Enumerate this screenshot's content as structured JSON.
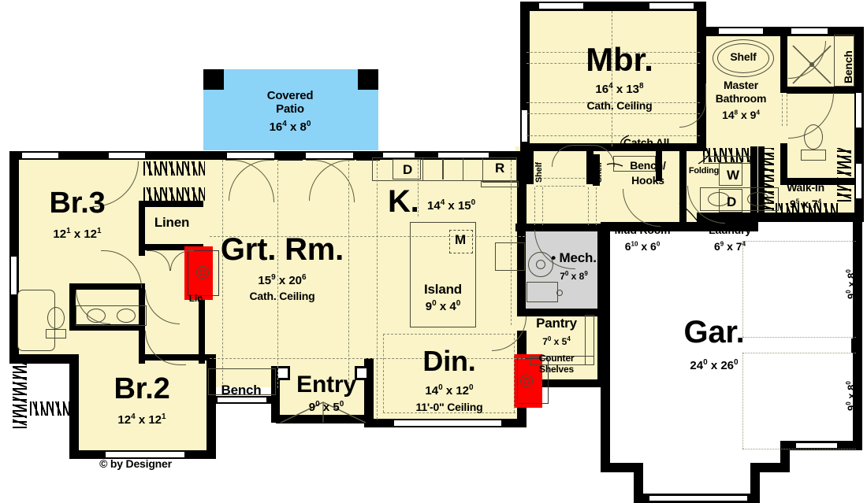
{
  "document": {
    "type": "architectural-floor-plan",
    "copyright": "© by Designer"
  },
  "colors": {
    "room_fill": "#FAF4C8",
    "patio_fill": "#8BD3F7",
    "mech_fill": "#D4D4D4",
    "fireplace": "#FF0000",
    "wall": "#000000",
    "garage_fill": "#FFFFFF"
  },
  "rooms": {
    "br3": {
      "name": "Br.3",
      "w": "12",
      "w_in": "1",
      "d": "12",
      "d_in": "1"
    },
    "br2": {
      "name": "Br.2",
      "w": "12",
      "w_in": "4",
      "d": "12",
      "d_in": "1"
    },
    "great": {
      "name": "Grt. Rm.",
      "w": "15",
      "w_in": "9",
      "d": "20",
      "d_in": "6",
      "note": "Cath. Ceiling"
    },
    "kitchen": {
      "name": "K.",
      "w": "14",
      "w_in": "4",
      "d": "15",
      "d_in": "0"
    },
    "island": {
      "name": "Island",
      "w": "9",
      "w_in": "0",
      "d": "4",
      "d_in": "0"
    },
    "dining": {
      "name": "Din.",
      "w": "14",
      "w_in": "0",
      "d": "12",
      "d_in": "0",
      "note": "11'-0\" Ceiling"
    },
    "entry": {
      "name": "Entry",
      "w": "9",
      "w_in": "0",
      "d": "5",
      "d_in": "0"
    },
    "patio": {
      "name1": "Covered",
      "name2": "Patio",
      "w": "16",
      "w_in": "4",
      "d": "8",
      "d_in": "0"
    },
    "mbr": {
      "name": "Mbr.",
      "w": "16",
      "w_in": "4",
      "d": "13",
      "d_in": "8",
      "note": "Cath. Ceiling"
    },
    "mbath": {
      "name1": "Master",
      "name2": "Bathroom",
      "w": "14",
      "w_in": "8",
      "d": "9",
      "d_in": "4"
    },
    "walkin": {
      "name": "Walk-In",
      "w": "9",
      "w_in": "5",
      "d": "7",
      "d_in": "4"
    },
    "laundry": {
      "name": "Laundry",
      "w": "6",
      "w_in": "9",
      "d": "7",
      "d_in": "4"
    },
    "mudroom": {
      "name": "Mud Room",
      "w": "6",
      "w_in": "10",
      "d": "6",
      "d_in": "0"
    },
    "mech": {
      "name": "Mech.",
      "w": "7",
      "w_in": "0",
      "d": "8",
      "d_in": "9"
    },
    "pantry": {
      "name": "Pantry",
      "w": "7",
      "w_in": "0",
      "d": "5",
      "d_in": "4"
    },
    "garage": {
      "name": "Gar.",
      "w": "24",
      "w_in": "0",
      "d": "26",
      "d_in": "0"
    }
  },
  "annotations": {
    "linen": "Linen",
    "lin_small": "Lin.",
    "bench_entry": "Bench",
    "bench_master": "Bench",
    "shelf_tub": "Shelf",
    "shelf_k1": "Shelf",
    "shelf_k2": "Shelf",
    "catch_all": "Catch All",
    "bench_hooks_1": "Bench/",
    "bench_hooks_2": "Hooks",
    "folding": "Folding",
    "counter": "Counter",
    "shelves": "Shelves",
    "washer": "W",
    "dryer": "D",
    "dishwasher": "D",
    "refrigerator": "R",
    "microwave": "M",
    "garage_door_1_w": "9",
    "garage_door_1_w_in": "0",
    "garage_door_1_d": "8",
    "garage_door_1_d_in": "0",
    "garage_door_2_w": "9",
    "garage_door_2_w_in": "0",
    "garage_door_2_d": "8",
    "garage_door_2_d_in": "0"
  }
}
